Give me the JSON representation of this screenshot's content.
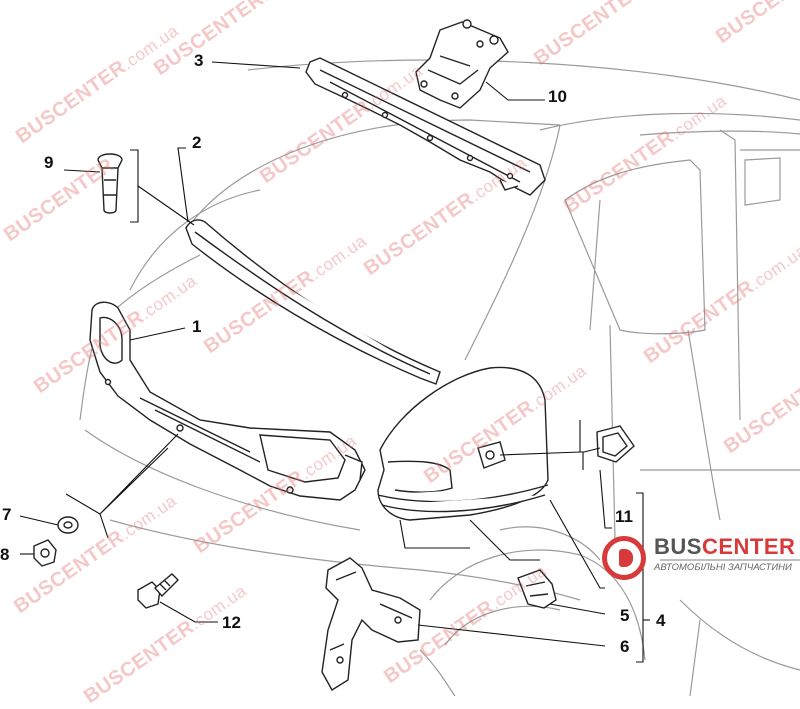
{
  "diagram": {
    "callouts": {
      "c1": "1",
      "c2": "2",
      "c3": "3",
      "c4": "4",
      "c5": "5",
      "c6": "6",
      "c7": "7",
      "c8": "8",
      "c9": "9",
      "c10": "10",
      "c11": "11",
      "c12": "12"
    }
  },
  "watermark": {
    "text": "BUSCENTER",
    "domain": ".com.ua"
  },
  "logo": {
    "name_a": "BUS",
    "name_b": "CENTER",
    "tagline": "АВТОМОБІЛЬНІ ЗАПЧАСТИНИ"
  },
  "colors": {
    "line": "#222222",
    "watermark": "#e66e6e",
    "brand_red": "#d63a3a",
    "brand_gray": "#555555"
  }
}
